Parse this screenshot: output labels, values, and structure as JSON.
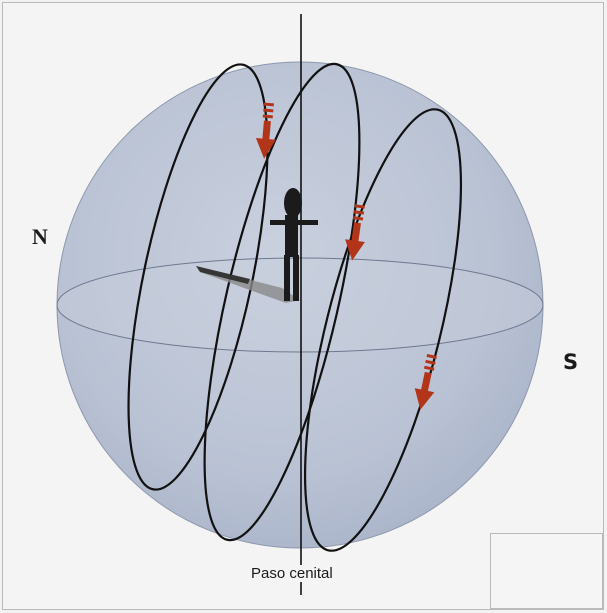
{
  "labels": {
    "north": "N",
    "south": "S",
    "zenith": "Paso cenital"
  },
  "colors": {
    "sphere_fill": "#b9c2d4",
    "path_stroke": "#111111",
    "arrow": "#b33519",
    "figure": "#1b1b1b",
    "background": "#f4f4f4"
  },
  "icons": {
    "observer": "stick-figure-icon",
    "direction": "red-arrow-icon"
  }
}
